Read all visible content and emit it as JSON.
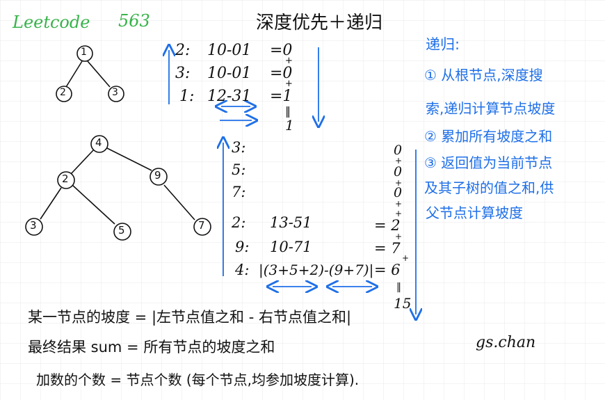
{
  "header": {
    "brand": "Leetcode",
    "problem_number": "563",
    "title": "深度优先＋递归"
  },
  "tree_small": {
    "nodes": [
      "1",
      "2",
      "3"
    ]
  },
  "tree_large": {
    "nodes": [
      "4",
      "2",
      "9",
      "3",
      "5",
      "7"
    ]
  },
  "calc_top": [
    {
      "label": "2:",
      "expr": "10-01",
      "result": "=0"
    },
    {
      "label": "3:",
      "expr": "10-01",
      "result": "=0"
    },
    {
      "label": "1:",
      "expr": "12-31",
      "result": "=1"
    }
  ],
  "calc_top_sum": [
    "+",
    "+",
    "‖",
    "1"
  ],
  "calc_bottom": [
    {
      "label": "3:",
      "expr": ""
    },
    {
      "label": "5:",
      "expr": ""
    },
    {
      "label": "7:",
      "expr": ""
    },
    {
      "label": "2:",
      "expr": "13-51",
      "result": "= 2"
    },
    {
      "label": "9:",
      "expr": "10-71",
      "result": "= 7"
    },
    {
      "label": "4:",
      "expr": "|(3+5+2)-(9+7)|",
      "result": "= 6"
    }
  ],
  "calc_sum_column": [
    "0",
    "+",
    "0",
    "+",
    "0",
    "+",
    "0",
    "+",
    "2",
    "+",
    "7",
    "+",
    "6",
    "‖",
    "15"
  ],
  "recursion_notes": {
    "title": "递归:",
    "lines": [
      "① 从根节点,深度搜",
      "索,递归计算节点坡度",
      "② 累加所有坡度之和",
      "③ 返回值为当前节点",
      "及其子树的值之和,供",
      "父节点计算坡度"
    ]
  },
  "definitions": [
    "某一节点的坡度 = |左节点值之和 - 右节点值之和|",
    "最终结果 sum = 所有节点的坡度之和",
    "加数的个数 = 节点个数 (每个节点,均参加坡度计算)."
  ],
  "author": "gs.chan",
  "colors": {
    "ink": "#111111",
    "note_blue": "#1e6fe8",
    "brand_green": "#37b34a",
    "grid": "#e9e9e9"
  }
}
